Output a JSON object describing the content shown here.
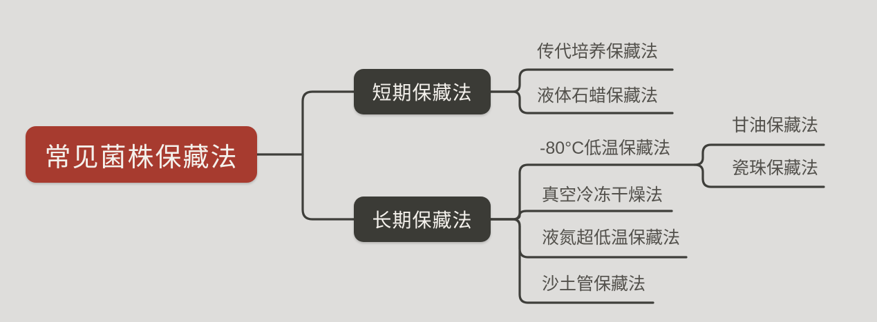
{
  "palette": {
    "canvas_bg": "#dedddb",
    "root_fill": "#a73b2f",
    "branch_fill": "#3b3b36",
    "node_text": "#f4f1ec",
    "leaf_text": "#52504b",
    "line": "#3e3e3a"
  },
  "mindmap": {
    "root": {
      "label": "常见菌株保藏法"
    },
    "branches": [
      {
        "label": "短期保藏法",
        "children": [
          {
            "label": "传代培养保藏法"
          },
          {
            "label": "液体石蜡保藏法"
          }
        ]
      },
      {
        "label": "长期保藏法",
        "children": [
          {
            "label": "-80°C低温保藏法",
            "children": [
              {
                "label": "甘油保藏法"
              },
              {
                "label": "瓷珠保藏法"
              }
            ]
          },
          {
            "label": "真空冷冻干燥法"
          },
          {
            "label": "液氮超低温保藏法"
          },
          {
            "label": "沙土管保藏法"
          }
        ]
      }
    ]
  }
}
